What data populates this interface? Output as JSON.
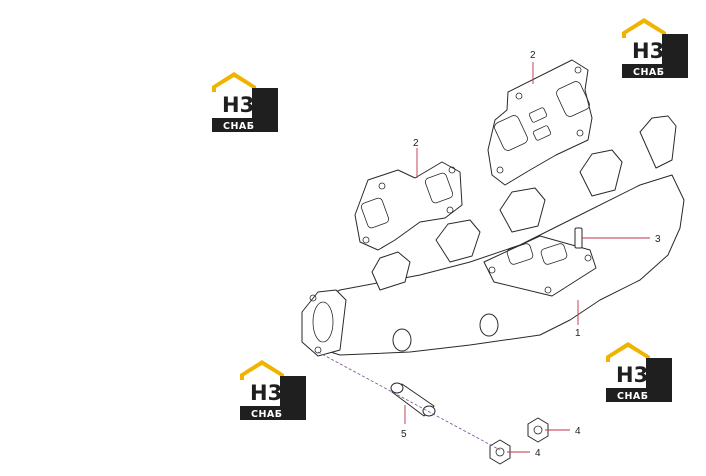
{
  "callouts": {
    "c1": "1",
    "c2a": "2",
    "c2b": "2",
    "c3": "3",
    "c4a": "4",
    "c4b": "4",
    "c5": "5"
  },
  "watermark": {
    "mark": "Н3",
    "sub": "СНАБ",
    "colors": {
      "roof": "#f0b400",
      "box": "#1f1f1f",
      "text_dark": "#1f1f1f",
      "text_light": "#ffffff"
    }
  },
  "colors": {
    "leader": "#c0304a",
    "line": "#2a2a2a"
  }
}
